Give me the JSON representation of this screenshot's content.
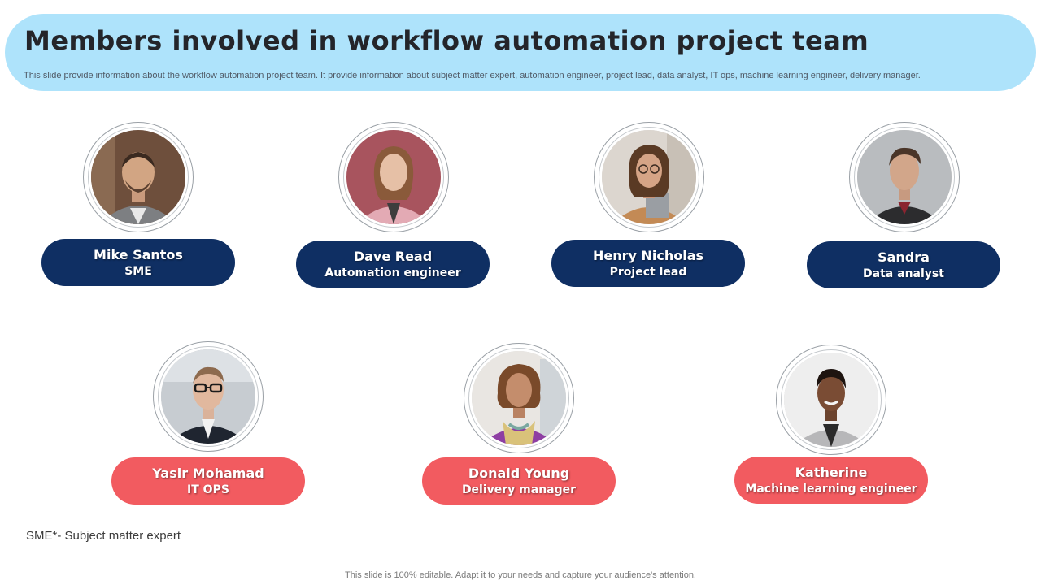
{
  "header": {
    "title": "Members involved in workflow automation project team",
    "subtitle": "This slide provide information about the workflow automation project team. It provide information about subject matter expert, automation engineer, project lead, data analyst, IT  ops, machine learning engineer, delivery manager."
  },
  "members": [
    {
      "name": "Mike Santos",
      "role": "SME"
    },
    {
      "name": "Dave Read",
      "role": "Automation engineer"
    },
    {
      "name": "Henry Nicholas",
      "role": "Project lead"
    },
    {
      "name": "Sandra",
      "role": "Data analyst"
    },
    {
      "name": "Yasir Mohamad",
      "role": "IT OPS"
    },
    {
      "name": "Donald Young",
      "role": "Delivery manager"
    },
    {
      "name": "Katherine",
      "role": "Machine learning engineer"
    }
  ],
  "footnote": "SME*- Subject matter expert",
  "footer": "This slide is 100% editable. Adapt it to your needs and capture your audience's attention.",
  "colors": {
    "header_band": "#aee3fb",
    "pill_primary": "#0f2f63",
    "pill_secondary": "#f25b60"
  }
}
